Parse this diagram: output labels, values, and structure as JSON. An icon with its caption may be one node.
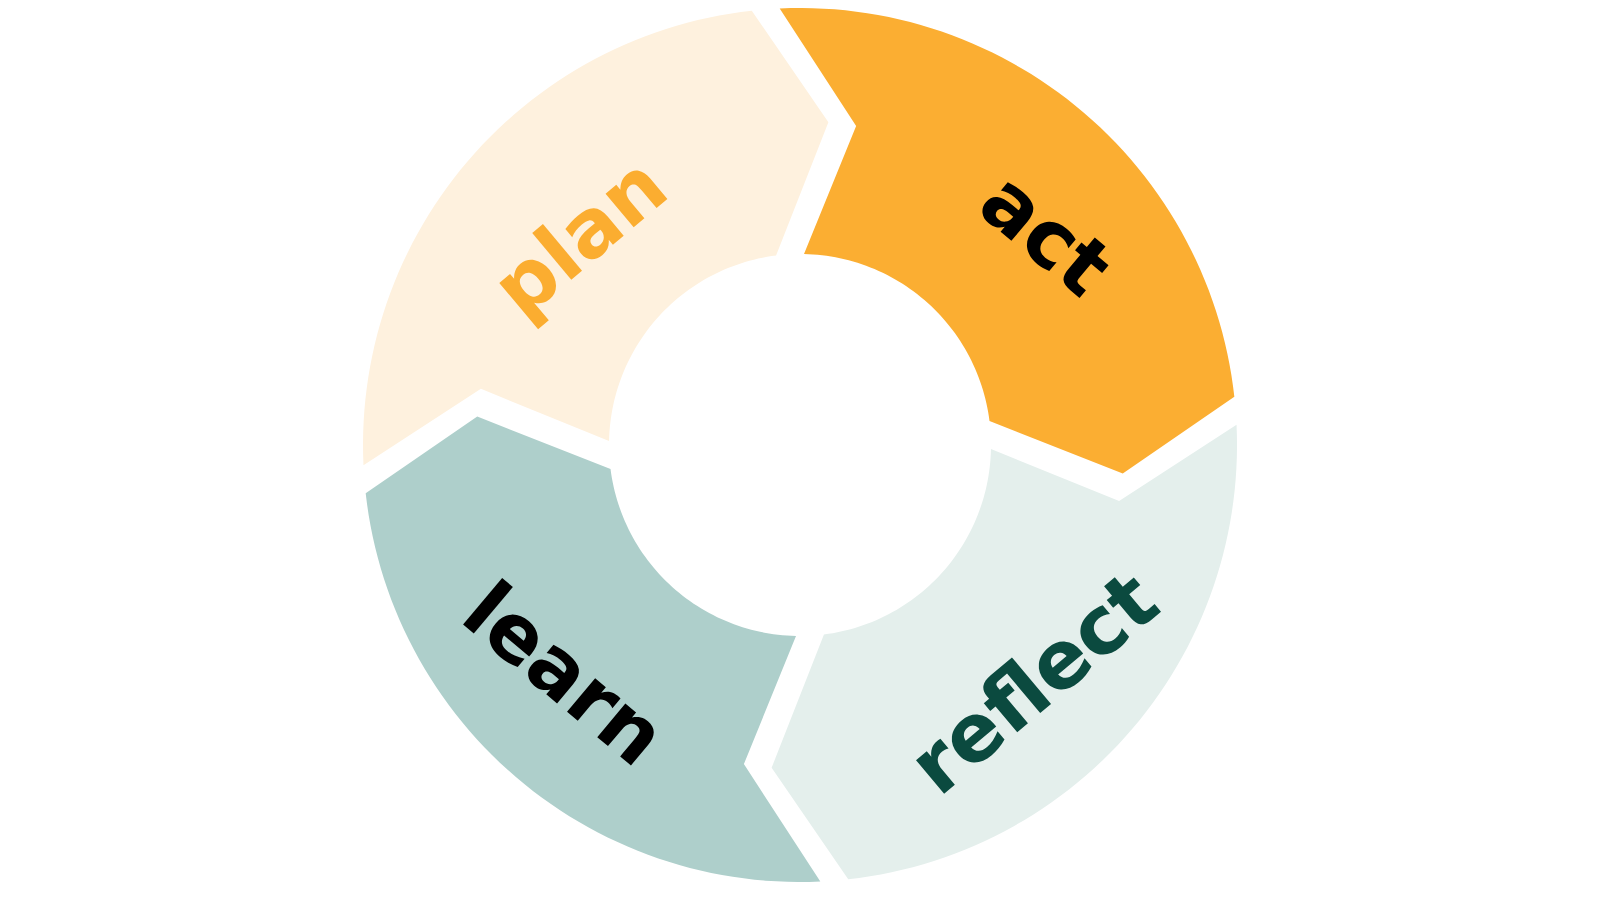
{
  "diagram": {
    "nodes": [
      {
        "text": [
          "plan"
        ]
      },
      {
        "text": [
          "act"
        ]
      },
      {
        "text": [
          "reflect"
        ]
      },
      {
        "text": [
          "learn"
        ]
      }
    ]
  }
}
